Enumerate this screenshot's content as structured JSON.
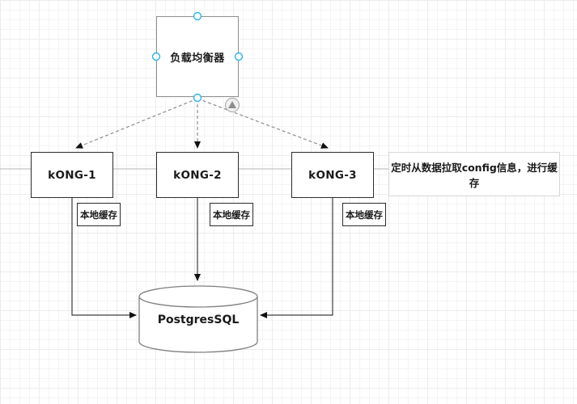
{
  "diagram": {
    "nodes": {
      "load_balancer": {
        "label": "负载均衡器"
      },
      "kong1": {
        "label": "kONG-1"
      },
      "kong2": {
        "label": "kONG-2"
      },
      "kong3": {
        "label": "kONG-3"
      },
      "cache1": {
        "label": "本地缓存"
      },
      "cache2": {
        "label": "本地缓存"
      },
      "cache3": {
        "label": "本地缓存"
      },
      "database": {
        "label": "PostgresSQL"
      },
      "note": {
        "label": "定时从数据拉取config信息，进行缓存"
      }
    },
    "edges": [
      {
        "from": "load_balancer",
        "to": "kong1",
        "style": "dashed-arrow"
      },
      {
        "from": "load_balancer",
        "to": "kong2",
        "style": "dashed-arrow"
      },
      {
        "from": "load_balancer",
        "to": "kong3",
        "style": "dashed-arrow"
      },
      {
        "from": "kong1",
        "to": "database",
        "style": "solid-arrow"
      },
      {
        "from": "kong2",
        "to": "database",
        "style": "solid-arrow"
      },
      {
        "from": "kong3",
        "to": "database",
        "style": "solid-arrow"
      },
      {
        "from": "kong1",
        "to": "kong2",
        "style": "plain-line"
      },
      {
        "from": "kong2",
        "to": "kong3",
        "style": "plain-line"
      },
      {
        "from": "kong3",
        "to": "note",
        "style": "plain-line"
      }
    ],
    "selection": {
      "selected_node": "load_balancer",
      "handle_positions": [
        "top",
        "left",
        "right",
        "bottom"
      ]
    },
    "colors": {
      "canvas_bg": "#ffffff",
      "grid_minor": "#f5f4f4",
      "grid_major": "#ececec",
      "node_border_dark": "#2b2b2b",
      "node_border_gray": "#8f8f8f",
      "note_border": "#d6d6d6",
      "plain_line": "#b5b5b5",
      "edge_dashed": "#8c8c8c",
      "edge_solid": "#3d3d3d",
      "arrowhead": "#111111",
      "selection_handle": "#2eb3e8",
      "overlay_icon_gray": "#8c8c8c",
      "text": "#1a1a1a"
    }
  }
}
